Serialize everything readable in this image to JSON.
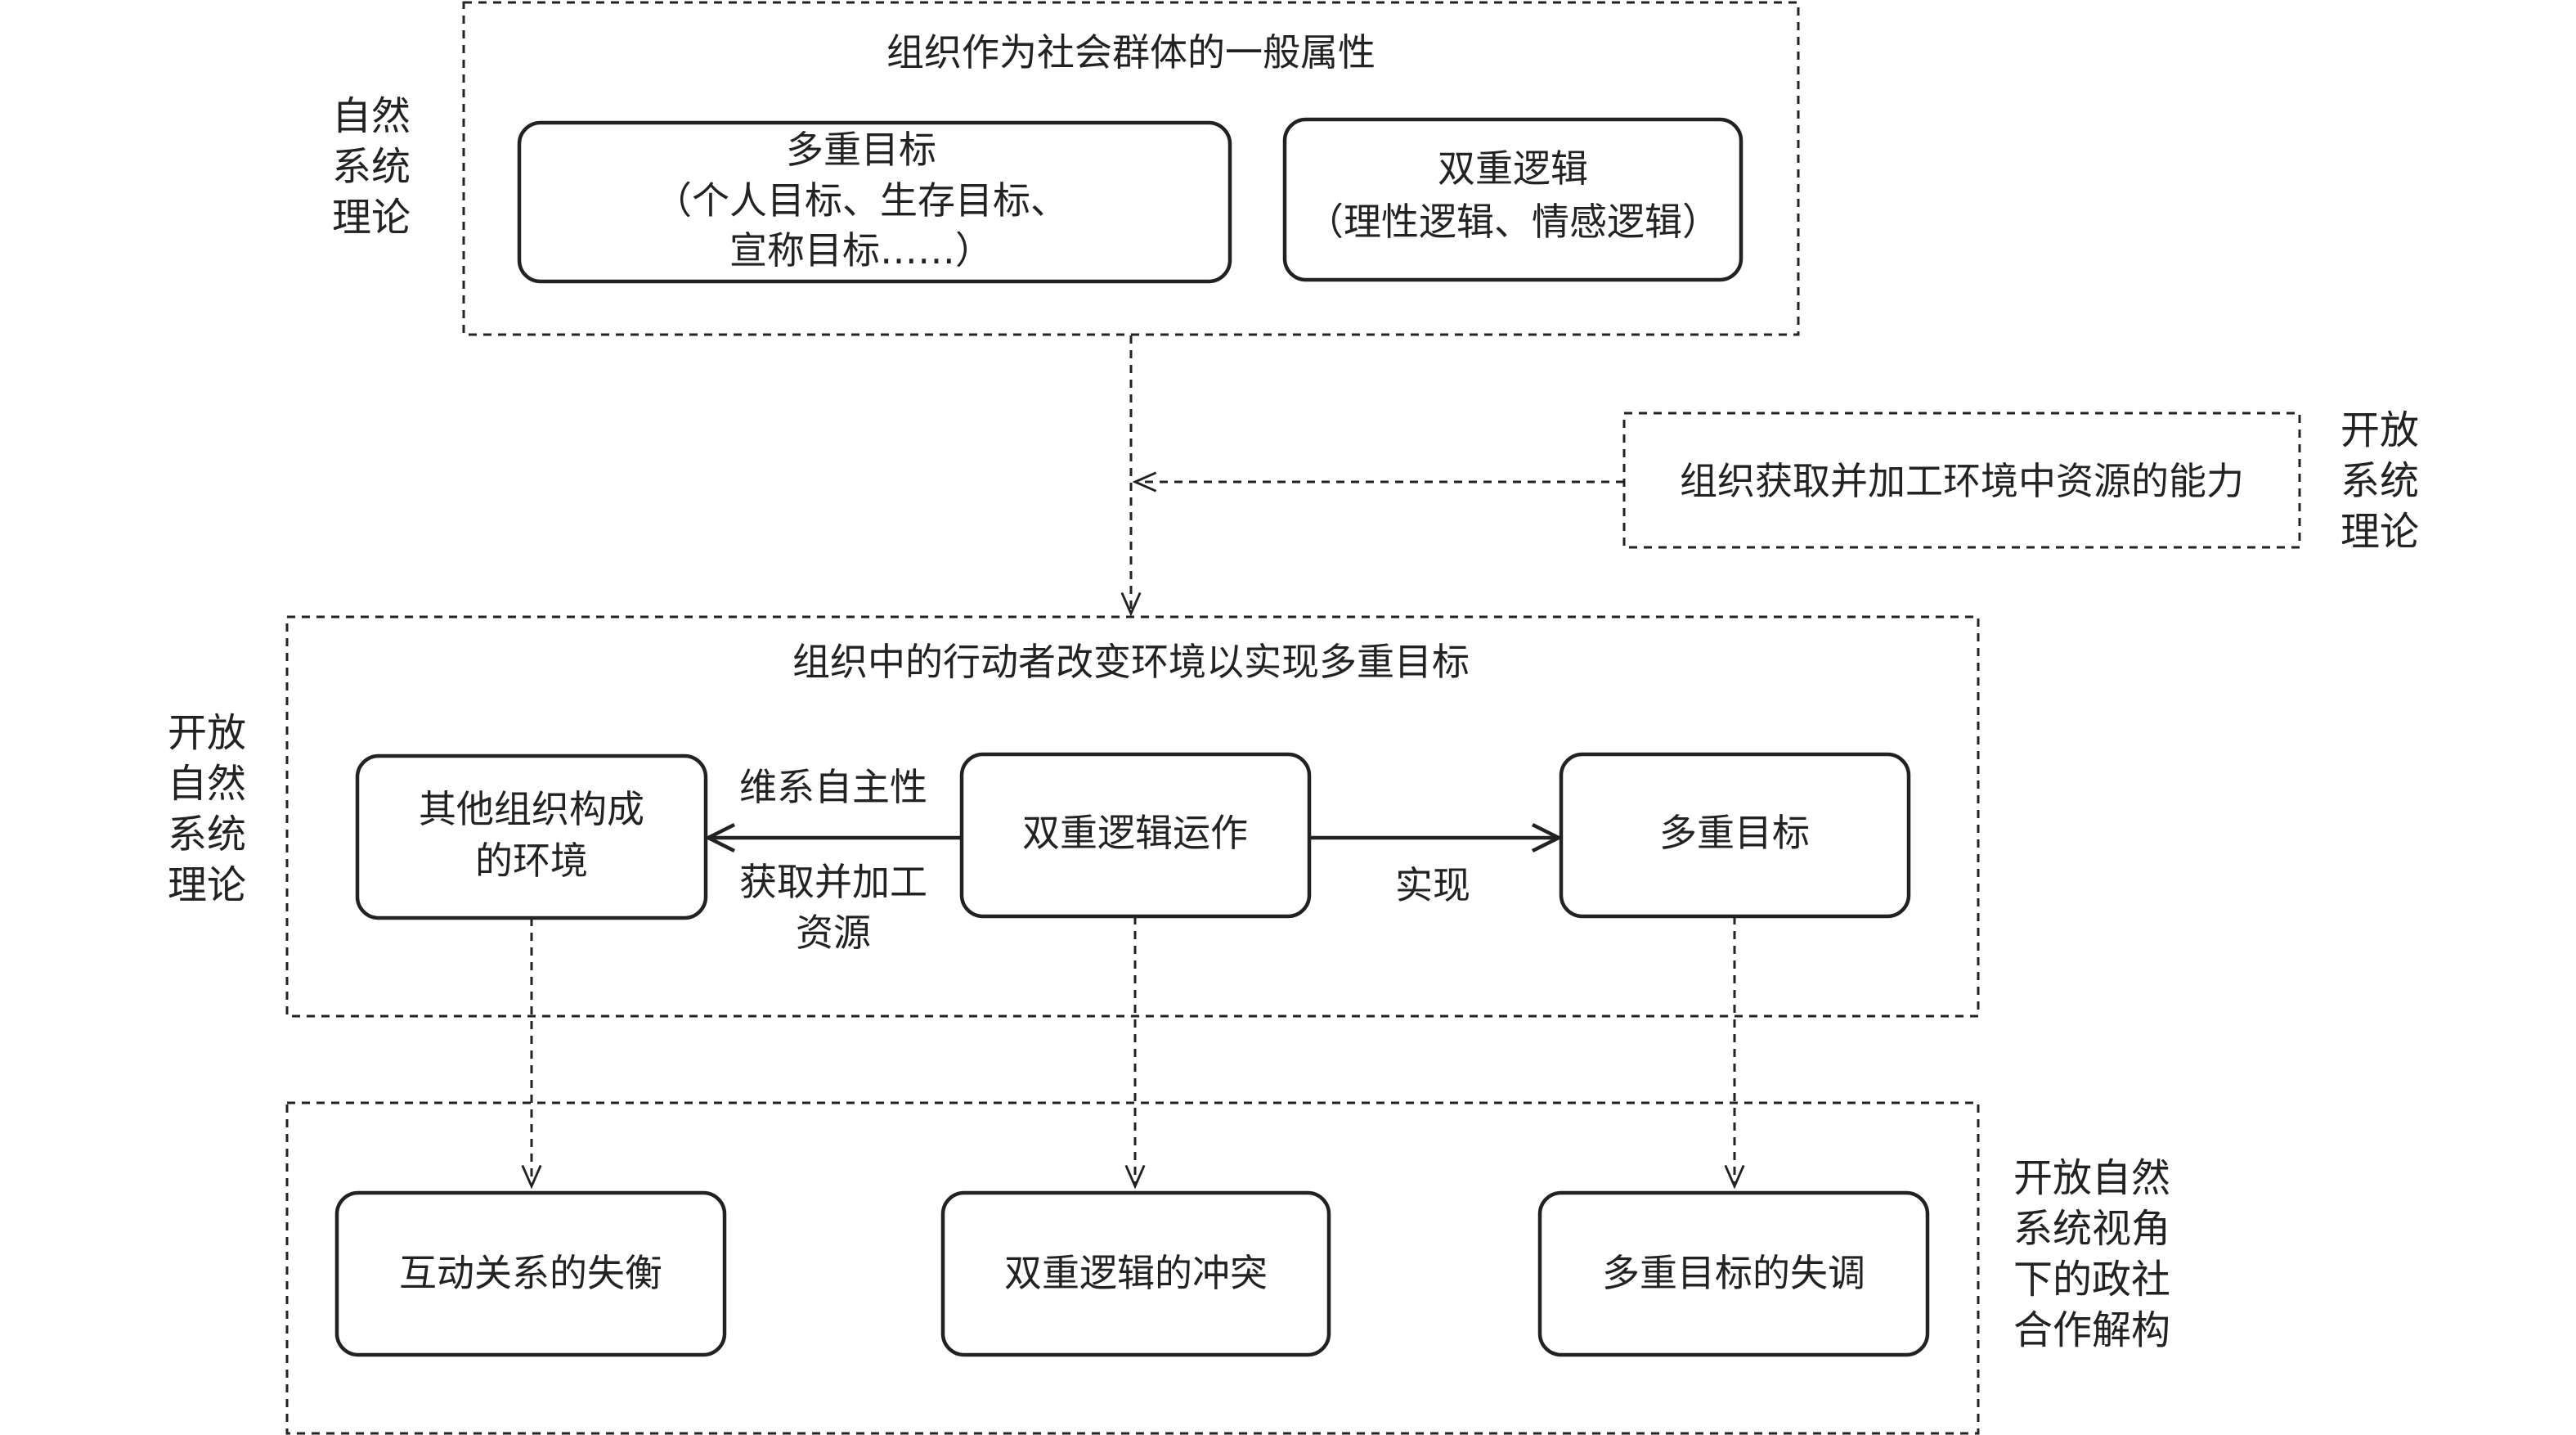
{
  "top_section": {
    "title": "组织作为社会群体的一般属性",
    "box_left": {
      "line1": "多重目标",
      "line2": "（个人目标、生存目标、",
      "line3": "宣称目标……）"
    },
    "box_right": {
      "line1": "双重逻辑",
      "line2": "（理性逻辑、情感逻辑）"
    },
    "side_label": [
      "自然",
      "系统",
      "理论"
    ]
  },
  "resource_section": {
    "text": "组织获取并加工环境中资源的能力",
    "side_label": [
      "开放",
      "系统",
      "理论"
    ]
  },
  "middle_section": {
    "title": "组织中的行动者改变环境以实现多重目标",
    "box_left": {
      "line1": "其他组织构成",
      "line2": "的环境"
    },
    "box_center": "双重逻辑运作",
    "box_right": "多重目标",
    "left_arrow_top": "维系自主性",
    "left_arrow_bottom": [
      "获取并加工",
      "资源"
    ],
    "right_arrow_label": "实现",
    "side_label": [
      "开放",
      "自然",
      "系统",
      "理论"
    ]
  },
  "bottom_section": {
    "box_left": "互动关系的失衡",
    "box_center": "双重逻辑的冲突",
    "box_right": "多重目标的失调",
    "side_label": [
      "开放自然",
      "系统视角",
      "下的政社",
      "合作解构"
    ]
  }
}
